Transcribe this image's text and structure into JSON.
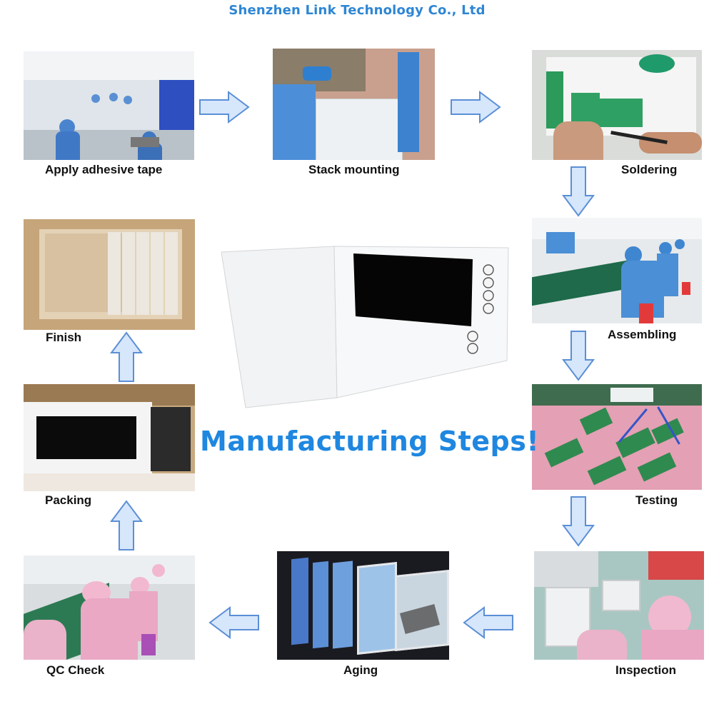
{
  "header": {
    "company": "Shenzhen Link Technology Co., Ltd"
  },
  "headline": "Manufacturing Steps!",
  "steps": [
    {
      "label": "Apply adhesive tape"
    },
    {
      "label": "Stack mounting"
    },
    {
      "label": "Soldering"
    },
    {
      "label": "Assembling"
    },
    {
      "label": "Testing"
    },
    {
      "label": "Inspection"
    },
    {
      "label": "Aging"
    },
    {
      "label": "QC Check"
    },
    {
      "label": "Packing"
    },
    {
      "label": "Finish"
    }
  ],
  "colors": {
    "title": "#2e86d4",
    "headline": "#1f87e0",
    "arrow_fill": "#d6e6fb",
    "arrow_stroke": "#5b8fd6"
  },
  "icons": {
    "flow_arrow": "arrow-icon",
    "product": "video-brochure-icon"
  }
}
